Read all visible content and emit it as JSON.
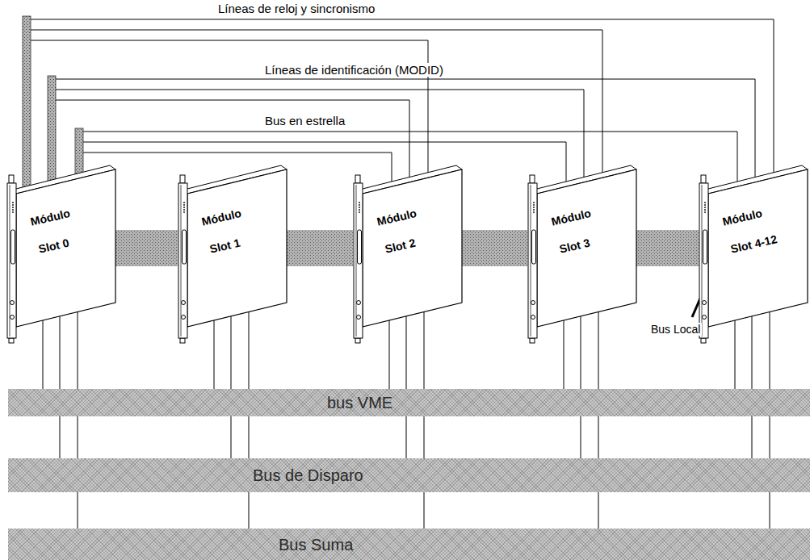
{
  "diagram": {
    "nodes": [
      {
        "text": [
          "Módulo",
          "Slot 0"
        ]
      },
      {
        "text": [
          "Módulo",
          "Slot 1"
        ]
      },
      {
        "text": [
          "Módulo",
          "Slot 2"
        ]
      },
      {
        "text": [
          "Módulo",
          "Slot 3"
        ]
      },
      {
        "text": [
          "Módulo",
          "Slot 4-12"
        ]
      },
      {
        "text": [
          "bus VME"
        ]
      },
      {
        "text": [
          "Bus de Disparo"
        ]
      },
      {
        "text": [
          "Bus Suma"
        ]
      }
    ],
    "edges": [
      {
        "from": 0,
        "to": 1,
        "arrow": "none"
      },
      {
        "from": 1,
        "to": 2,
        "arrow": "none"
      },
      {
        "from": 2,
        "to": 3,
        "arrow": "none"
      },
      {
        "from": 3,
        "to": 4,
        "arrow": "none"
      },
      {
        "from": 0,
        "to": 5,
        "arrow": "none"
      },
      {
        "from": 0,
        "to": 6,
        "arrow": "none"
      },
      {
        "from": 0,
        "to": 7,
        "arrow": "none"
      },
      {
        "from": 1,
        "to": 5,
        "arrow": "none"
      },
      {
        "from": 1,
        "to": 6,
        "arrow": "none"
      },
      {
        "from": 1,
        "to": 7,
        "arrow": "none"
      },
      {
        "from": 2,
        "to": 5,
        "arrow": "none"
      },
      {
        "from": 2,
        "to": 6,
        "arrow": "none"
      },
      {
        "from": 2,
        "to": 7,
        "arrow": "none"
      },
      {
        "from": 3,
        "to": 5,
        "arrow": "none"
      },
      {
        "from": 3,
        "to": 6,
        "arrow": "none"
      },
      {
        "from": 3,
        "to": 7,
        "arrow": "none"
      },
      {
        "from": 4,
        "to": 5,
        "arrow": "none"
      },
      {
        "from": 4,
        "to": 6,
        "arrow": "none"
      },
      {
        "from": 4,
        "to": 7,
        "arrow": "none"
      },
      {
        "from": 0,
        "to": 4,
        "arrow": "none"
      },
      {
        "from": 0,
        "to": 3,
        "arrow": "none"
      },
      {
        "from": 0,
        "to": 2,
        "arrow": "none"
      },
      {
        "from": 0,
        "to": 1,
        "arrow": "none"
      },
      {
        "from": 0,
        "to": 4,
        "arrow": "none"
      },
      {
        "from": 0,
        "to": 3,
        "arrow": "none"
      },
      {
        "from": 0,
        "to": 2,
        "arrow": "none"
      },
      {
        "from": 0,
        "to": 1,
        "arrow": "none"
      },
      {
        "from": 0,
        "to": 4,
        "arrow": "none"
      },
      {
        "from": 0,
        "to": 3,
        "arrow": "none"
      },
      {
        "from": 0,
        "to": 2,
        "arrow": "none"
      },
      {
        "from": 0,
        "to": 1,
        "arrow": "none"
      }
    ],
    "labels": [
      "Líneas de reloj y sincronismo",
      "Líneas de identificación (MODID)",
      "Bus en estrella",
      "Bus Local"
    ]
  }
}
